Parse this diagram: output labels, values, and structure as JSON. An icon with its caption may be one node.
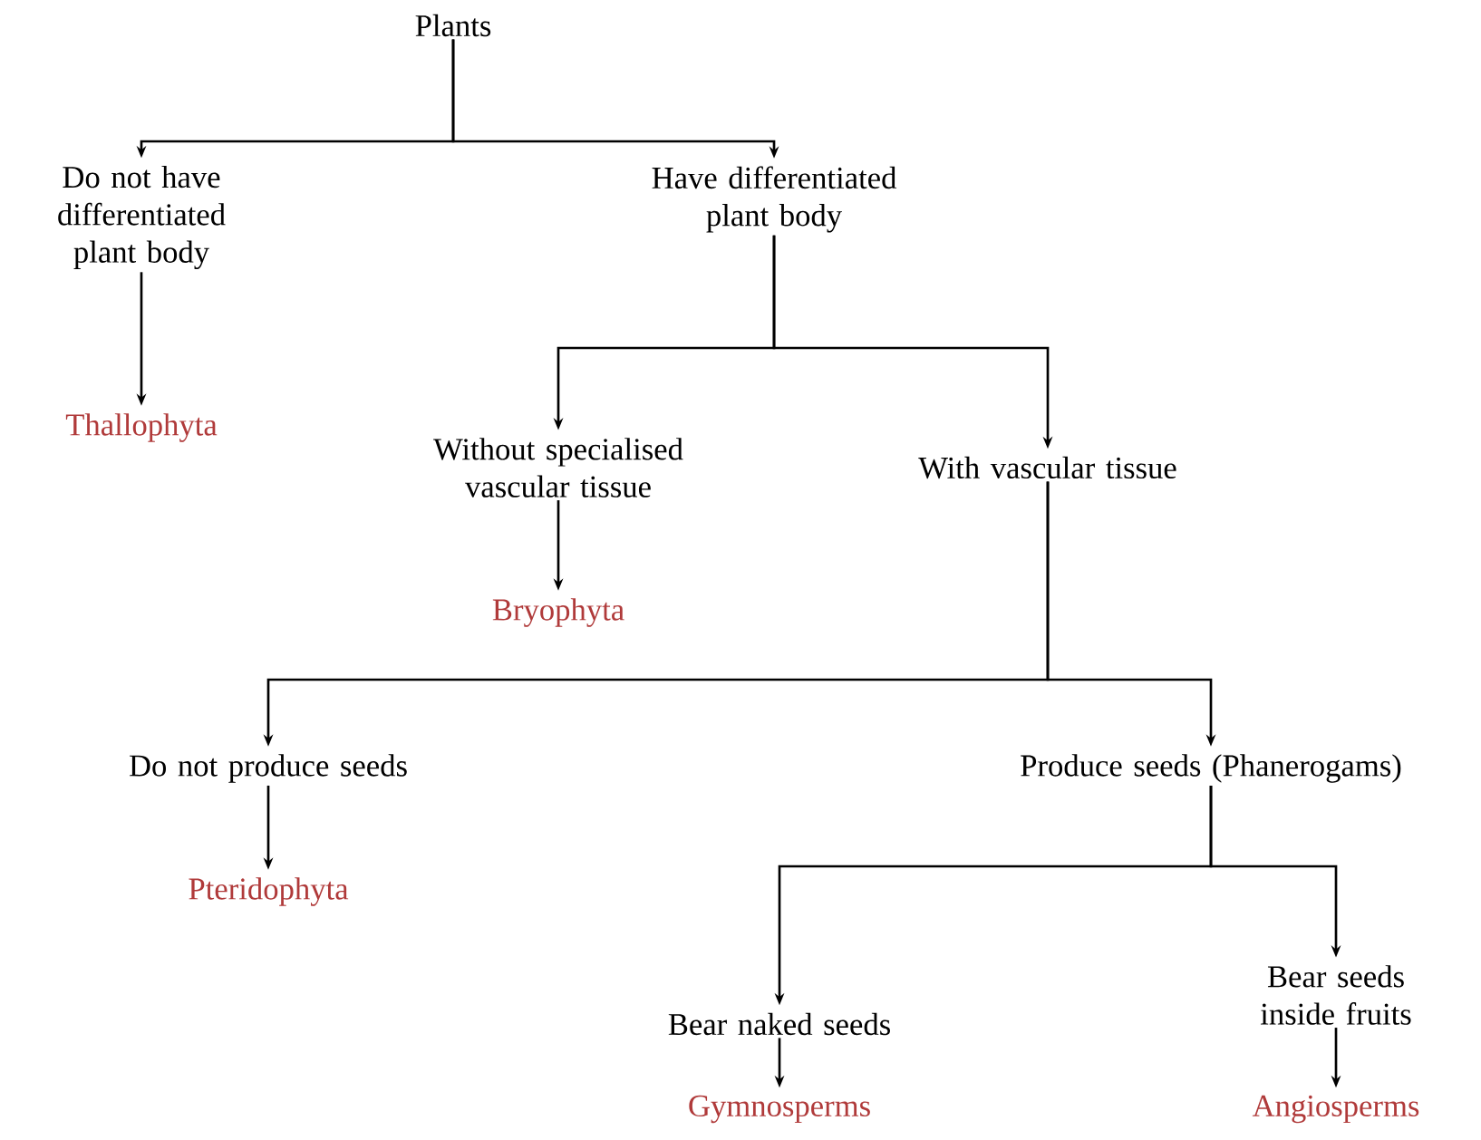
{
  "diagram": {
    "nodes": [
      {
        "text": [
          "Plants"
        ]
      },
      {
        "text": [
          "Do not have differentiated plant body"
        ]
      },
      {
        "text": [
          "Thallophyta"
        ]
      },
      {
        "text": [
          "Have differentiated plant body"
        ]
      },
      {
        "text": [
          "Without specialised vascular tissue"
        ]
      },
      {
        "text": [
          "Bryophyta"
        ]
      },
      {
        "text": [
          "With vascular tissue"
        ]
      },
      {
        "text": [
          "Do not produce seeds"
        ]
      },
      {
        "text": [
          "Pteridophyta"
        ]
      },
      {
        "text": [
          "Produce seeds (Phanerogams)"
        ]
      },
      {
        "text": [
          "Bear naked seeds"
        ]
      },
      {
        "text": [
          "Gymnosperms"
        ]
      },
      {
        "text": [
          "Bear seeds inside fruits"
        ]
      },
      {
        "text": [
          "Angiosperms"
        ]
      }
    ],
    "edges": [
      {
        "from": 0,
        "to": 1,
        "arrow": "to"
      },
      {
        "from": 0,
        "to": 3,
        "arrow": "to"
      },
      {
        "from": 1,
        "to": 2,
        "arrow": "to"
      },
      {
        "from": 3,
        "to": 4,
        "arrow": "to"
      },
      {
        "from": 3,
        "to": 6,
        "arrow": "to"
      },
      {
        "from": 4,
        "to": 5,
        "arrow": "to"
      },
      {
        "from": 6,
        "to": 7,
        "arrow": "to"
      },
      {
        "from": 6,
        "to": 9,
        "arrow": "to"
      },
      {
        "from": 7,
        "to": 8,
        "arrow": "to"
      },
      {
        "from": 9,
        "to": 10,
        "arrow": "to"
      },
      {
        "from": 9,
        "to": 12,
        "arrow": "to"
      },
      {
        "from": 10,
        "to": 11,
        "arrow": "to"
      },
      {
        "from": 12,
        "to": 13,
        "arrow": "to"
      }
    ]
  }
}
